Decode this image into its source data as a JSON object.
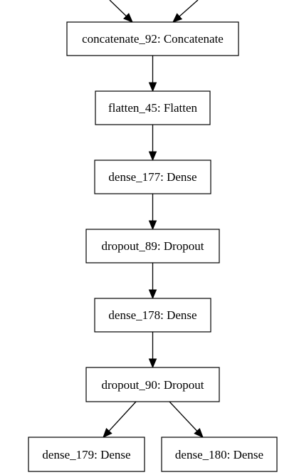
{
  "diagram": {
    "nodes": [
      {
        "id": "concatenate_92",
        "label": "concatenate_92: Concatenate"
      },
      {
        "id": "flatten_45",
        "label": "flatten_45: Flatten"
      },
      {
        "id": "dense_177",
        "label": "dense_177: Dense"
      },
      {
        "id": "dropout_89",
        "label": "dropout_89: Dropout"
      },
      {
        "id": "dense_178",
        "label": "dense_178: Dense"
      },
      {
        "id": "dropout_90",
        "label": "dropout_90: Dropout"
      },
      {
        "id": "dense_179",
        "label": "dense_179: Dense"
      },
      {
        "id": "dense_180",
        "label": "dense_180: Dense"
      }
    ],
    "edges": [
      {
        "from": "",
        "to": "concatenate_92"
      },
      {
        "from": "",
        "to": "concatenate_92"
      },
      {
        "from": "concatenate_92",
        "to": "flatten_45"
      },
      {
        "from": "flatten_45",
        "to": "dense_177"
      },
      {
        "from": "dense_177",
        "to": "dropout_89"
      },
      {
        "from": "dropout_89",
        "to": "dense_178"
      },
      {
        "from": "dense_178",
        "to": "dropout_90"
      },
      {
        "from": "dropout_90",
        "to": "dense_179"
      },
      {
        "from": "dropout_90",
        "to": "dense_180"
      }
    ]
  }
}
